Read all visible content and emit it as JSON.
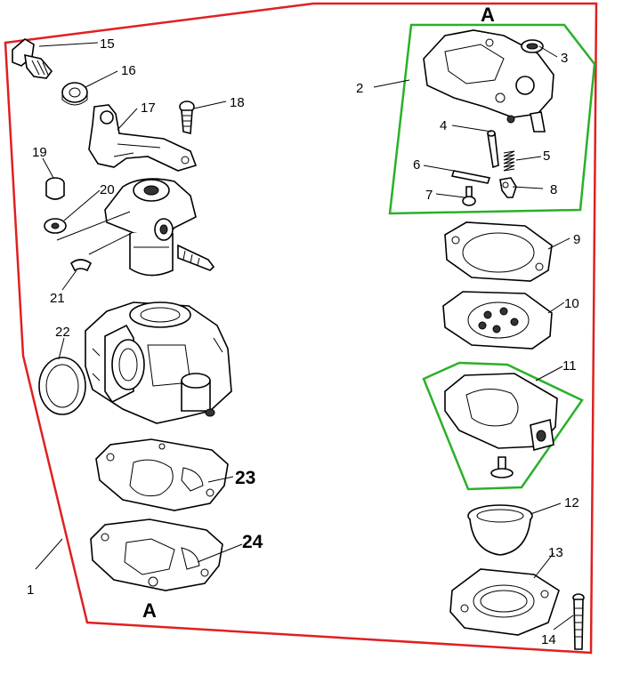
{
  "colors": {
    "outline_red": "#e02020",
    "group_green": "#2ab02a",
    "ink": "#000000",
    "background": "#ffffff"
  },
  "section_marks": {
    "top": "A",
    "bottom": "A"
  },
  "callouts": [
    "1",
    "2",
    "3",
    "4",
    "5",
    "6",
    "7",
    "8",
    "9",
    "10",
    "11",
    "12",
    "13",
    "14",
    "15",
    "16",
    "17",
    "18",
    "19",
    "20",
    "21",
    "22",
    "23",
    "24"
  ]
}
